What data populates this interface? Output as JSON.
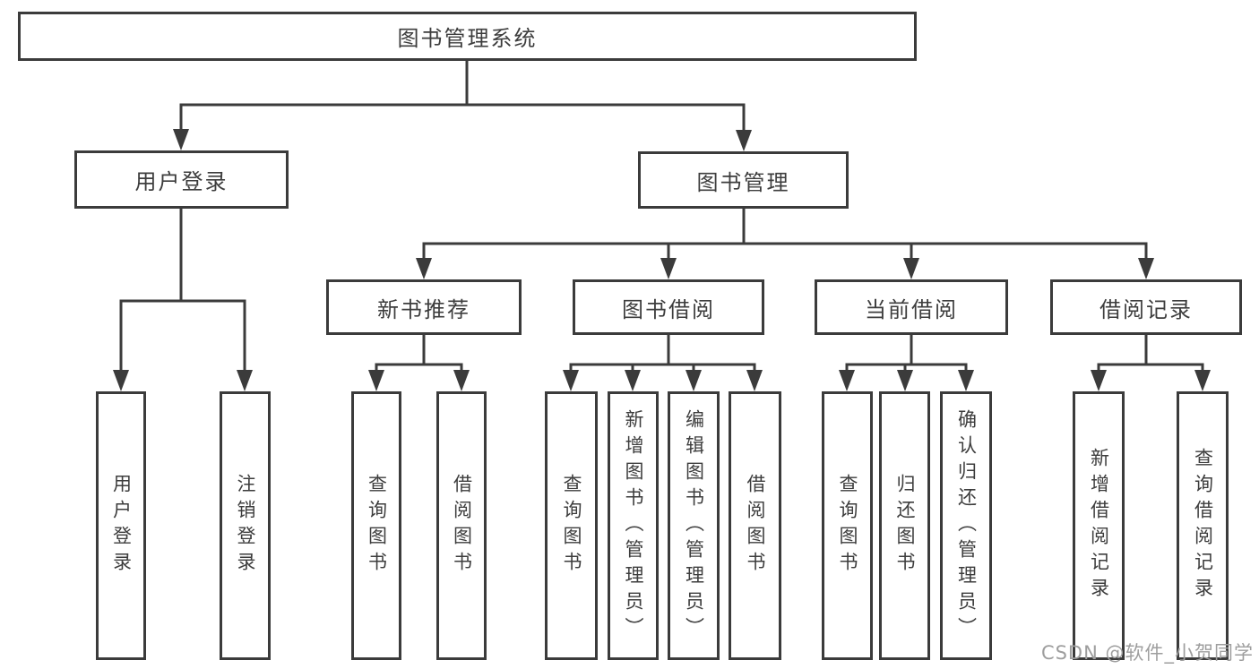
{
  "tree": {
    "root": {
      "label": "图书管理系统"
    },
    "branches": [
      {
        "label": "用户登录",
        "children": [
          {
            "label": "用户登录"
          },
          {
            "label": "注销登录"
          }
        ]
      },
      {
        "label": "图书管理",
        "children": [
          {
            "label": "新书推荐",
            "children": [
              {
                "label": "查询图书"
              },
              {
                "label": "借阅图书"
              }
            ]
          },
          {
            "label": "图书借阅",
            "children": [
              {
                "label": "查询图书"
              },
              {
                "label": "新增图书（管理员）"
              },
              {
                "label": "编辑图书（管理员）"
              },
              {
                "label": "借阅图书"
              }
            ]
          },
          {
            "label": "当前借阅",
            "children": [
              {
                "label": "查询图书"
              },
              {
                "label": "归还图书"
              },
              {
                "label": "确认归还（管理员）"
              }
            ]
          },
          {
            "label": "借阅记录",
            "children": [
              {
                "label": "新增借阅记录"
              },
              {
                "label": "查询借阅记录"
              }
            ]
          }
        ]
      }
    ]
  },
  "watermark": {
    "text": "CSDN @软件_小贺同学"
  },
  "colors": {
    "line": "#3b3b3b",
    "text": "#3d3d3d",
    "background": "#ffffff",
    "watermark": "#9e9e9e"
  }
}
